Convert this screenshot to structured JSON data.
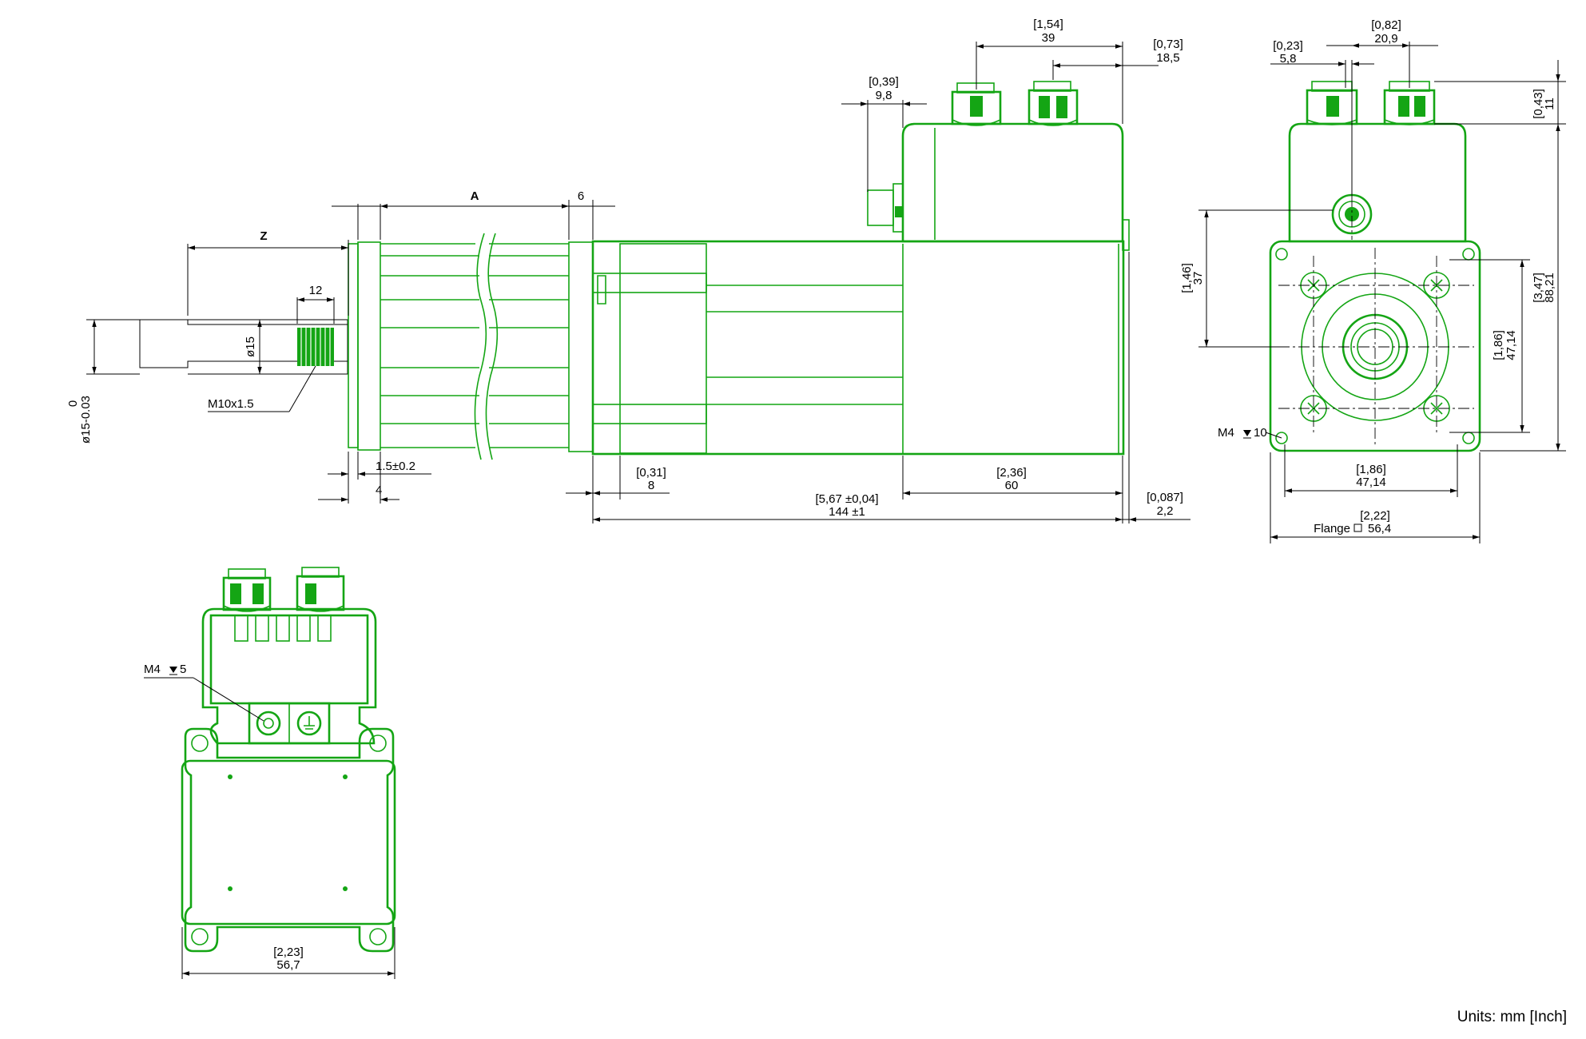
{
  "dimensions": {
    "z": "Z",
    "a": "A",
    "six": "6",
    "twelve": "12",
    "d15": "ø15",
    "m10": "M10x1.5",
    "tol_top": "0",
    "tol_bottom": "ø15-0.03",
    "d15_02": "1.5±0.2",
    "four": "4",
    "d039_in": "[0,39]",
    "d039_mm": "9,8",
    "d154_in": "[1,54]",
    "d154_mm": "39",
    "d073_in": "[0,73]",
    "d073_mm": "18,5",
    "d031_in": "[0,31]",
    "d031_mm": "8",
    "d236_in": "[2,36]",
    "d236_mm": "60",
    "d567_in": "[5,67 ±0,04]",
    "d567_mm": "144 ±1",
    "d0087_in": "[0,087]",
    "d0087_mm": "2,2",
    "d023_in": "[0,23]",
    "d023_mm": "5,8",
    "d082_in": "[0,82]",
    "d082_mm": "20,9",
    "d043_in": "[0,43]",
    "d043_mm": "11",
    "d146_in": "[1,46]",
    "d146_mm": "37",
    "d347_in": "[3,47]",
    "d347_mm": "88,21",
    "d186v_in": "[1,86]",
    "d186v_mm": "47,14",
    "m4_10": "M4",
    "m4_10_depth": "10",
    "d186h_in": "[1,86]",
    "d186h_mm": "47,14",
    "d222_in": "[2,22]",
    "flange_label": "Flange",
    "flange_mm": "56,4",
    "m4_5": "M4",
    "m4_5_depth": "5",
    "d223_in": "[2,23]",
    "d223_mm": "56,7"
  },
  "units": "Units: mm [Inch]"
}
